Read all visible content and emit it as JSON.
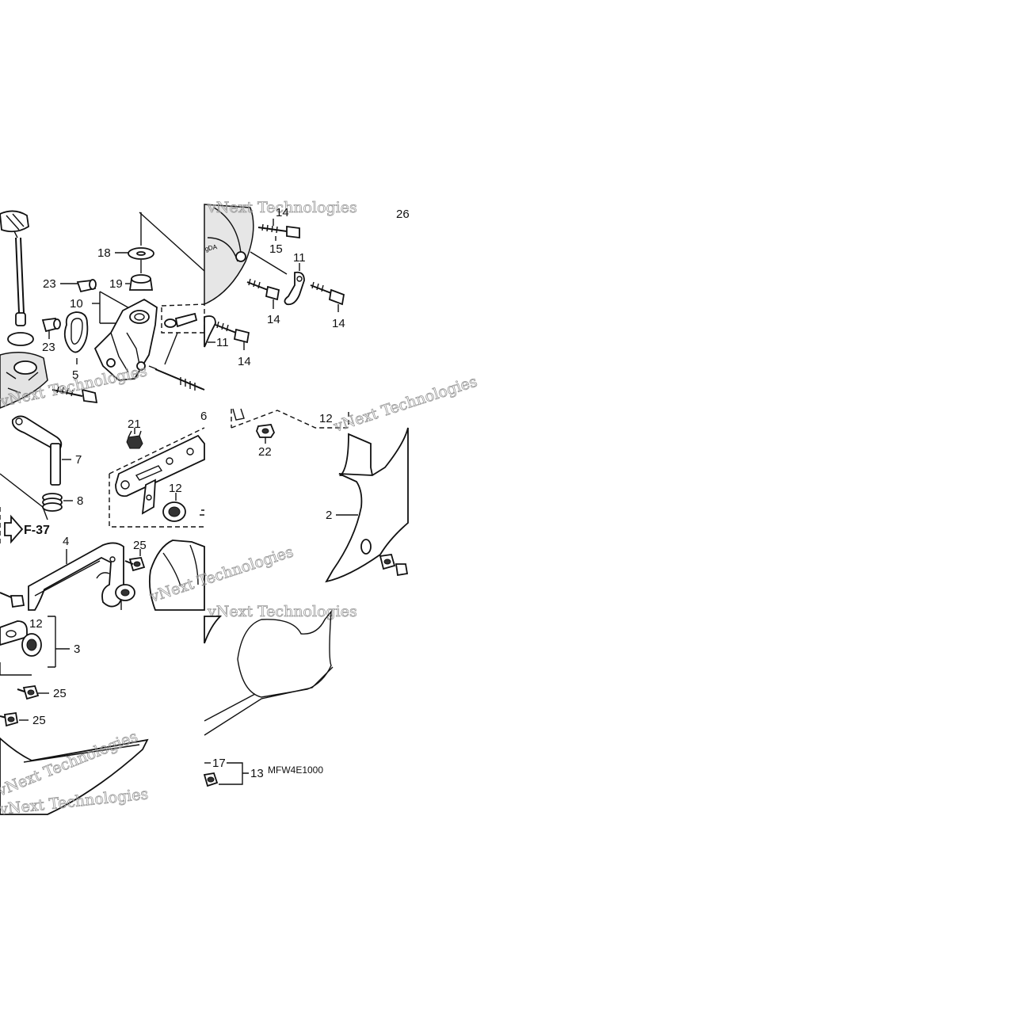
{
  "callouts": {
    "c18": "18",
    "c19": "19",
    "c23a": "23",
    "c23b": "23",
    "c10": "10",
    "c5": "5",
    "c14a": "14",
    "c15": "15",
    "c11a": "11",
    "c14b": "14",
    "c14c": "14",
    "c11b": "11",
    "c14d": "14",
    "c26": "26",
    "c21": "21",
    "c6": "6",
    "c12a": "12",
    "c7": "7",
    "c8": "8",
    "c4": "4",
    "c25a": "25",
    "c12b": "12",
    "c3": "3",
    "c25b": "25",
    "c25c": "25",
    "c12c": "12",
    "c22": "22",
    "c2": "2",
    "c17": "17",
    "c13": "13"
  },
  "reference_label": "F-37",
  "diagram_code": "MFW4E1000",
  "watermark_text": "vNext Technologies",
  "icons": {
    "reference_arrow": "right-arrow-outline-icon"
  }
}
